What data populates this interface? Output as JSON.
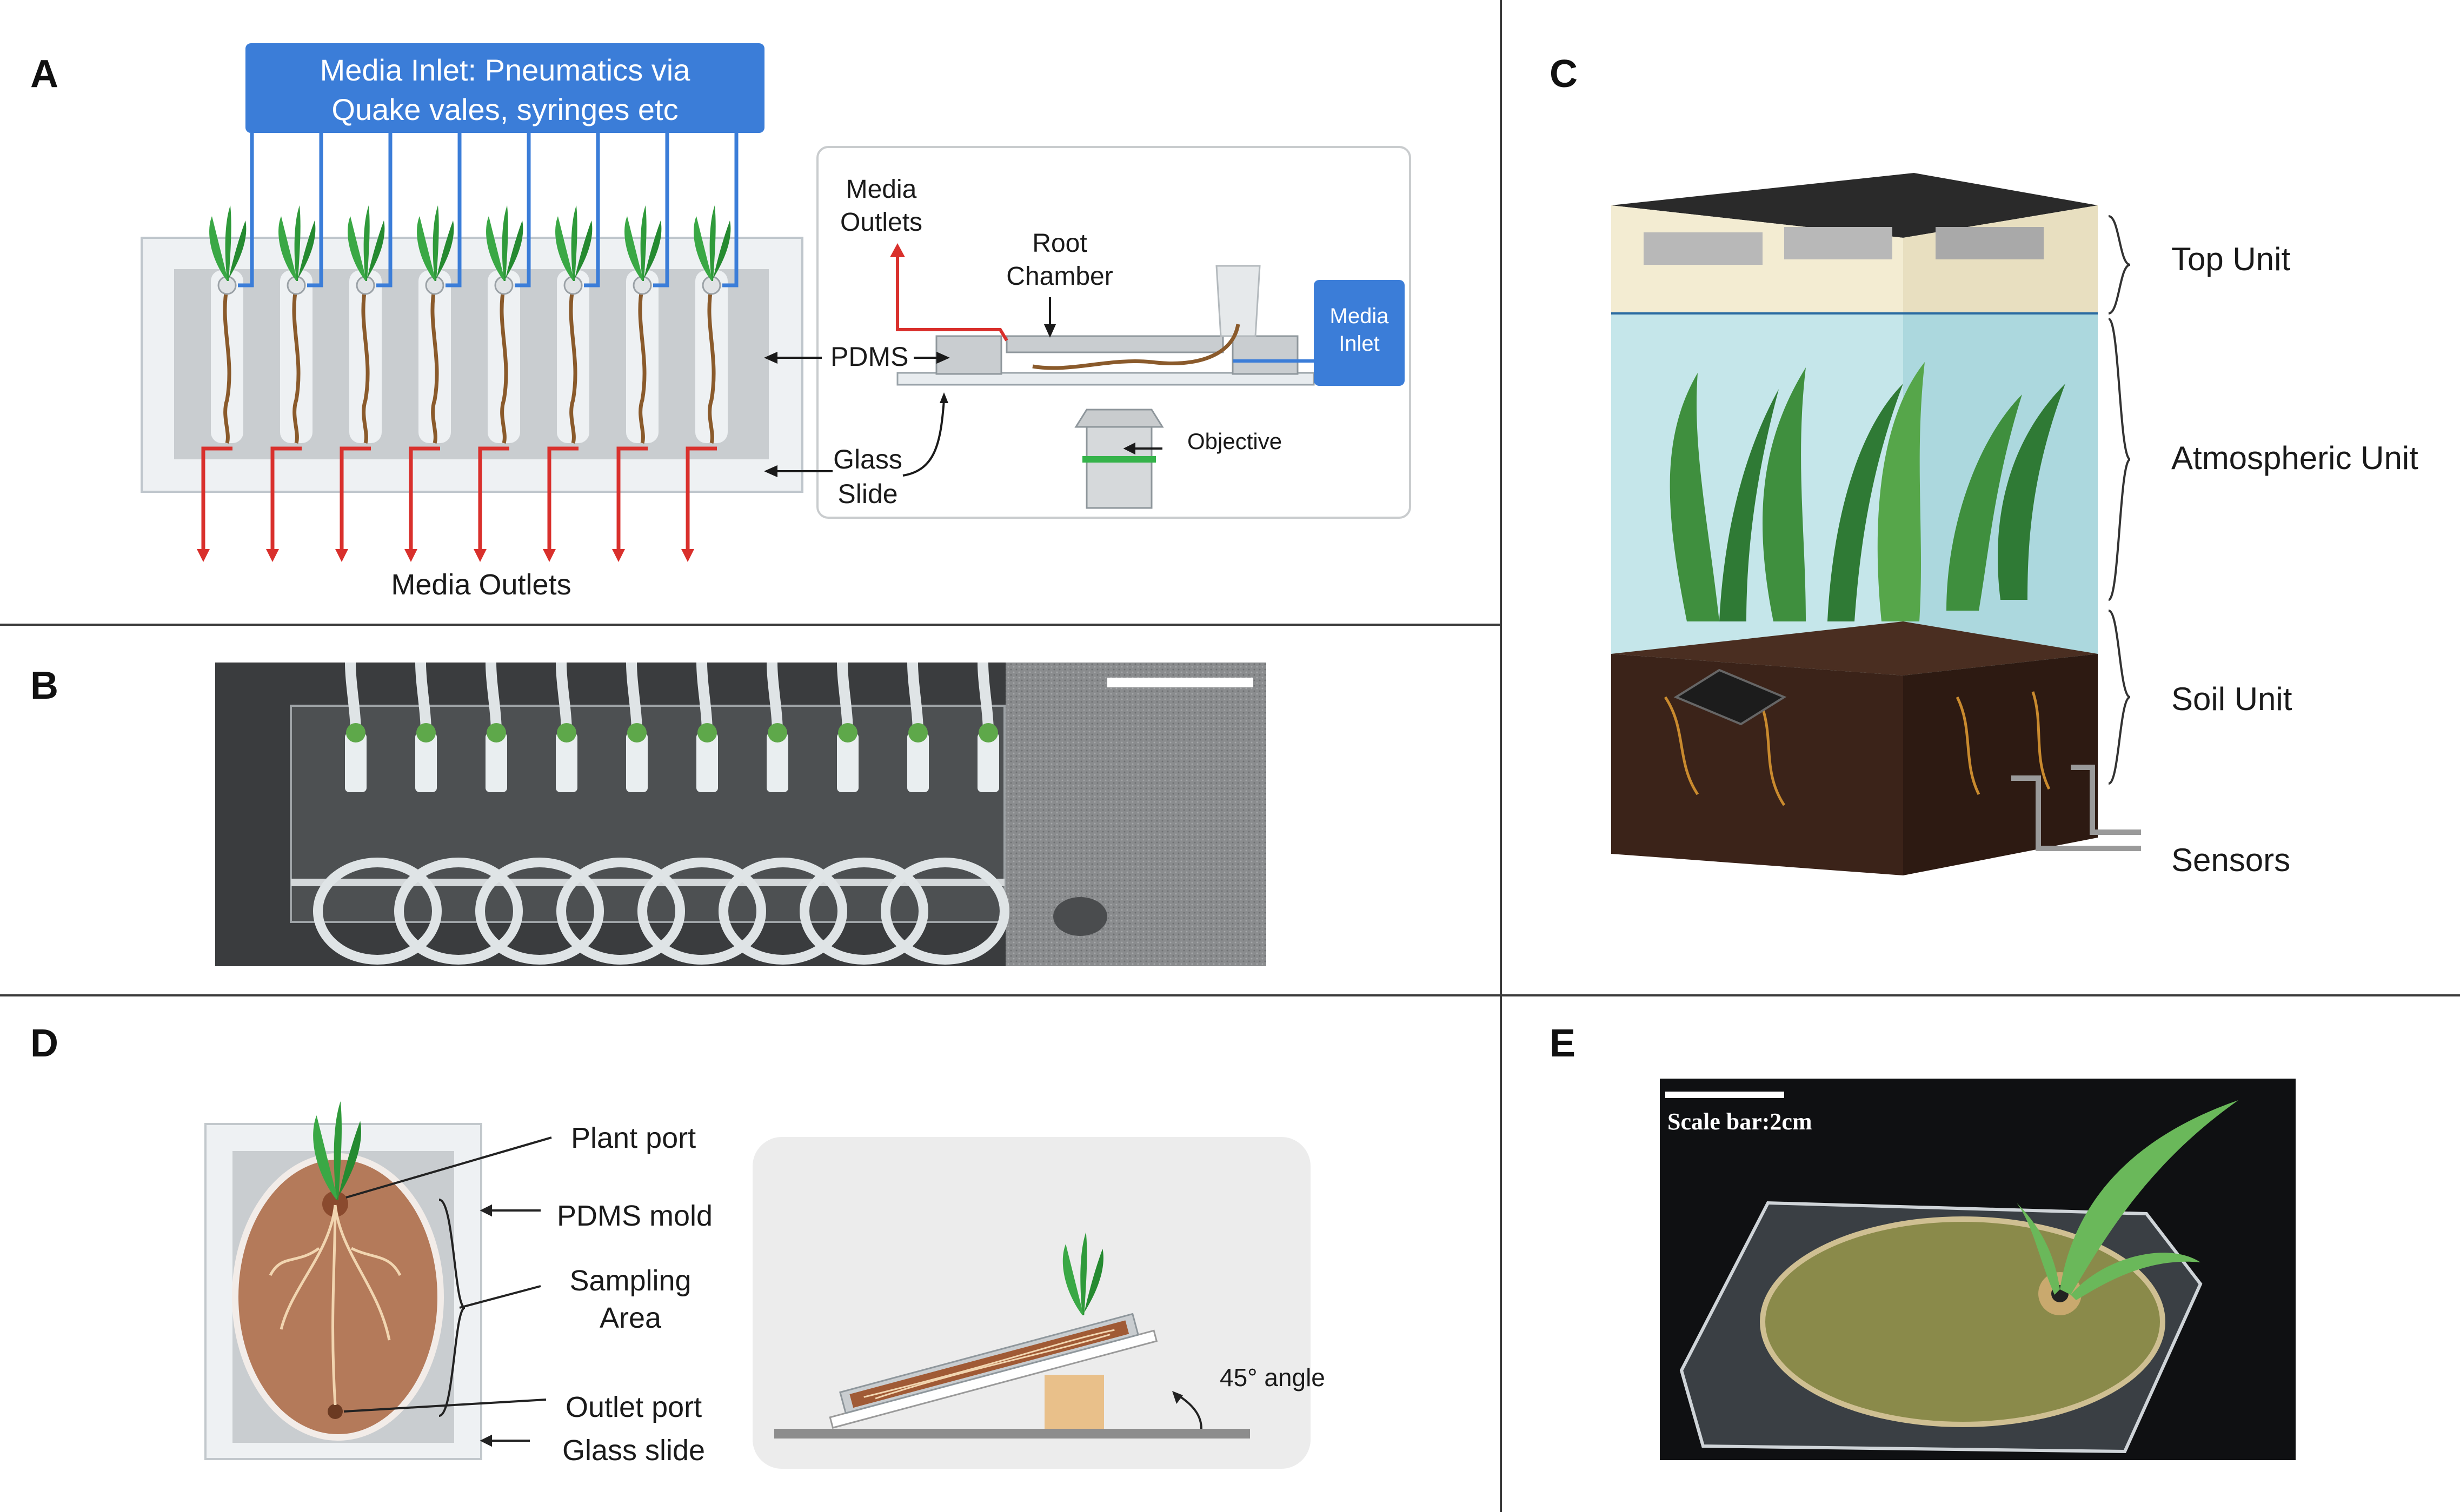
{
  "panels": {
    "a": {
      "letter": "A",
      "media_inlet_line1": "Media Inlet: Pneumatics via",
      "media_inlet_line2": "Quake vales, syringes etc",
      "media_outlets": "Media Outlets",
      "pdms": "PDMS",
      "glass_slide_line1": "Glass",
      "glass_slide_line2": "Slide",
      "inset_media_outlets_line1": "Media",
      "inset_media_outlets_line2": "Outlets",
      "root_chamber_line1": "Root",
      "root_chamber_line2": "Chamber",
      "media_inlet_box_line1": "Media",
      "media_inlet_box_line2": "Inlet",
      "objective": "Objective"
    },
    "b": {
      "letter": "B"
    },
    "c": {
      "letter": "C",
      "top_unit": "Top Unit",
      "atmospheric_unit": "Atmospheric Unit",
      "soil_unit": "Soil Unit",
      "sensors": "Sensors"
    },
    "d": {
      "letter": "D",
      "plant_port": "Plant port",
      "pdms_mold": "PDMS mold",
      "sampling_area_line1": "Sampling",
      "sampling_area_line2": "Area",
      "outlet_port": "Outlet port",
      "glass_slide": "Glass slide",
      "angle": "45° angle"
    },
    "e": {
      "letter": "E",
      "scale_bar": "Scale bar:2cm"
    }
  },
  "colors": {
    "inlet_blue": "#3b7dd8",
    "outlet_red": "#d9302c",
    "leaf_green": "#2f9a3a",
    "root_brown": "#8a5a2b",
    "soil_dark": "#3b2319",
    "glass_blue": "#bfe3e8"
  }
}
